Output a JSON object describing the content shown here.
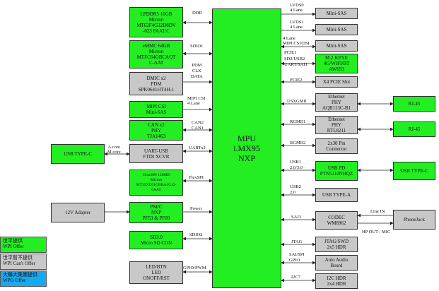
{
  "mpu": {
    "line1": "MPU",
    "line2": "i.MX95",
    "line3": "NXP"
  },
  "left_blocks": [
    {
      "id": "lpddr5",
      "text": "LPDDR5 16GB\nMicron\nMT62F4G32D8DV\n-023 FAAT:C",
      "color": "green",
      "bus": "DDR"
    },
    {
      "id": "emmc",
      "text": "eMMC 64GB\nMicron\nMTFC64GBCAQT\nC-AAT",
      "color": "green",
      "bus": "SDIO1"
    },
    {
      "id": "dmic",
      "text": "DMIC x2\nPDM\nSPK0641HT4H-1",
      "color": "gray",
      "bus": "PDM\nCLK\nDATA"
    },
    {
      "id": "mipi_csi",
      "text": "MIPI CSI\nMini-SAS",
      "color": "green",
      "bus": "MIPI CSI\n4 Lane"
    },
    {
      "id": "can",
      "text": "CAN x2\nPHY\nTJA1463",
      "color": "green",
      "bus": "CAN2\nCAN1"
    },
    {
      "id": "uart_usb",
      "text": "UART-USB\nFTDI XCVR",
      "color": "gray",
      "bus": "UARTx2"
    },
    {
      "id": "ospi",
      "text": "OctalSPI 128MB\nMicron\nMT35XU01GBBA1G12-\n0AAT",
      "color": "green",
      "bus": "FlexSPI"
    },
    {
      "id": "pmic",
      "text": "PMIC\nNXP\nPF53 & PF09",
      "color": "green",
      "bus": "Power"
    },
    {
      "id": "sd",
      "text": "SD3.0\nMicro SD CON",
      "color": "green",
      "bus": "SDIO2"
    },
    {
      "id": "led",
      "text": "LED/BTN\nLED\nONOFF/RST",
      "color": "gray",
      "bus": "GPIO/PWM"
    }
  ],
  "far_left": {
    "usb_typec": "USB TYPE-C",
    "usb_typec_bus": "A core\nM core",
    "adapter": "12V Adapter"
  },
  "right_blocks": [
    {
      "id": "sas0",
      "text": "Mini-SAS",
      "color": "gray",
      "bus": "LVDS0\n4 Lane"
    },
    {
      "id": "sas1",
      "text": "Mini-SAS",
      "color": "gray",
      "bus": "LVDS1\n4 Lane"
    },
    {
      "id": "sas2",
      "text": "Mini-SAS",
      "color": "gray",
      "bus": "4 Lane\nMIPI CSI/DSI"
    },
    {
      "id": "m2",
      "text": "M.2 KEYE\n4G/WIFI/BT\nAW693",
      "color": "green",
      "bus": "PCIE1\nSD3/USB2\nUART/SAI1"
    },
    {
      "id": "pcie",
      "text": "X4 PCIE Slot",
      "color": "gray",
      "bus": "PCIE2"
    },
    {
      "id": "eth1",
      "text": "Ethernet\nPHY\nAQR113C-B1",
      "color": "gray",
      "bus": "USXGMII"
    },
    {
      "id": "eth2",
      "text": "Ethernet\nPHY\nRTL8211",
      "color": "gray",
      "bus": "RGMII1"
    },
    {
      "id": "pin",
      "text": "2x30 Pin\nConnector",
      "color": "gray",
      "bus": "RGMII2"
    },
    {
      "id": "usbpd",
      "text": "USB PD\nPTN5110NHQZ",
      "color": "green",
      "bus": "USB1\n2.0/3.0"
    },
    {
      "id": "usba",
      "text": "USB TYPE-A",
      "color": "gray",
      "bus": "USB2\n2.0"
    },
    {
      "id": "codec",
      "text": "CODEC\nWM8962",
      "color": "gray",
      "bus": "SAI3"
    },
    {
      "id": "jtag",
      "text": "JTAG/SWD\n2x5 HDR",
      "color": "gray",
      "bus": "JTAG"
    },
    {
      "id": "audio",
      "text": "Auto Audio\nBoard",
      "color": "gray",
      "bus": "SAI/SPI\nGPIO"
    },
    {
      "id": "i2c",
      "text": "I2C HDR\n2x4 HDR",
      "color": "gray",
      "bus": "I2C7"
    }
  ],
  "far_right": {
    "rj45_1": "RJ-45",
    "rj45_2": "RJ-45",
    "usb_typec": "USB TYPE-C",
    "phonejack": "PhoneJack",
    "line_in": "Line IN",
    "hp_out": "HP OUT / MIC"
  },
  "legend": [
    {
      "text": "世平提供\nWPI Offer",
      "color": "#22ee22"
    },
    {
      "text": "世平暫不提供\nWPI Can't Offer",
      "color": "#c8c8c8"
    },
    {
      "text": "大聯大集團提供\nWPG Offer",
      "color": "#18a8f0"
    }
  ]
}
